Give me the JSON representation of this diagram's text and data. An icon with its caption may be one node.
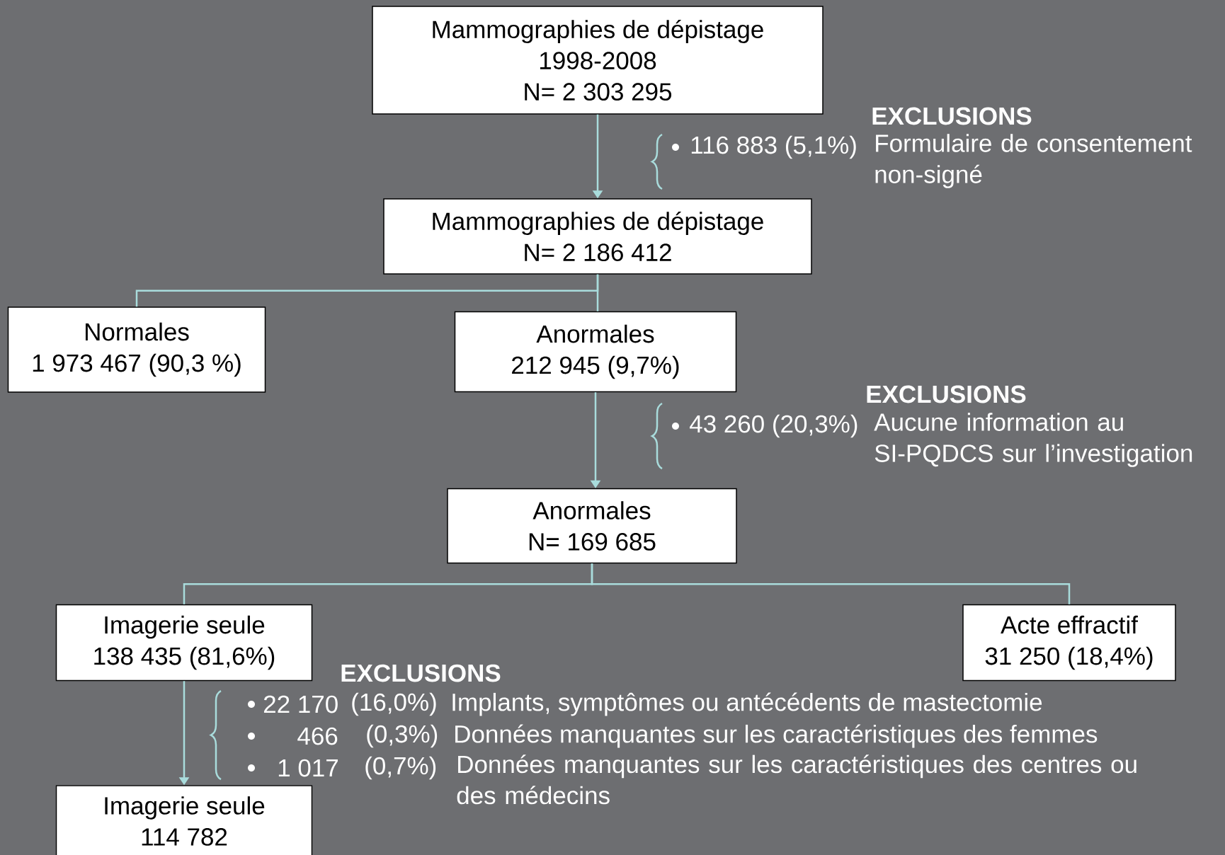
{
  "diagram": {
    "nodes": [
      {
        "text": [
          "Mammographies de dépistage",
          "1998-2008",
          "N= 2 303 295"
        ]
      },
      {
        "text": [
          "Mammographies de dépistage",
          "N= 2 186 412"
        ]
      },
      {
        "text": [
          "Normales",
          "1 973 467 (90,3 %)"
        ]
      },
      {
        "text": [
          "Anormales",
          "212 945 (9,7%)"
        ]
      },
      {
        "text": [
          "Anormales",
          "N= 169 685"
        ]
      },
      {
        "text": [
          "Imagerie seule",
          "138 435 (81,6%)"
        ]
      },
      {
        "text": [
          "Acte effractif",
          "31 250 (18,4%)"
        ]
      },
      {
        "text": [
          "Imagerie seule",
          "114 782"
        ]
      }
    ],
    "edges": [
      {
        "from": 0,
        "to": 1,
        "arrow": "to"
      },
      {
        "from": 1,
        "to": 2,
        "arrow": "none"
      },
      {
        "from": 1,
        "to": 3,
        "arrow": "none"
      },
      {
        "from": 3,
        "to": 4,
        "arrow": "to"
      },
      {
        "from": 4,
        "to": 5,
        "arrow": "none"
      },
      {
        "from": 4,
        "to": 6,
        "arrow": "none"
      },
      {
        "from": 5,
        "to": 7,
        "arrow": "to"
      }
    ],
    "labels": [
      "EXCLUSIONS",
      "116 883 (5,1%)",
      "Formulaire de consentement non-signé",
      "EXCLUSIONS",
      "43 260 (20,3%)",
      "Aucune information au SI-PQDCS sur l’investigation",
      "EXCLUSIONS",
      "22 170",
      "(16,0%)",
      "Implants, symptômes ou antécédents de mastectomie",
      "466",
      "(0,3%)",
      "Données manquantes sur les caractéristiques des femmes",
      "1 017",
      "(0,7%)",
      "Données manquantes sur les caractéristiques des centres ou des médecins"
    ]
  }
}
